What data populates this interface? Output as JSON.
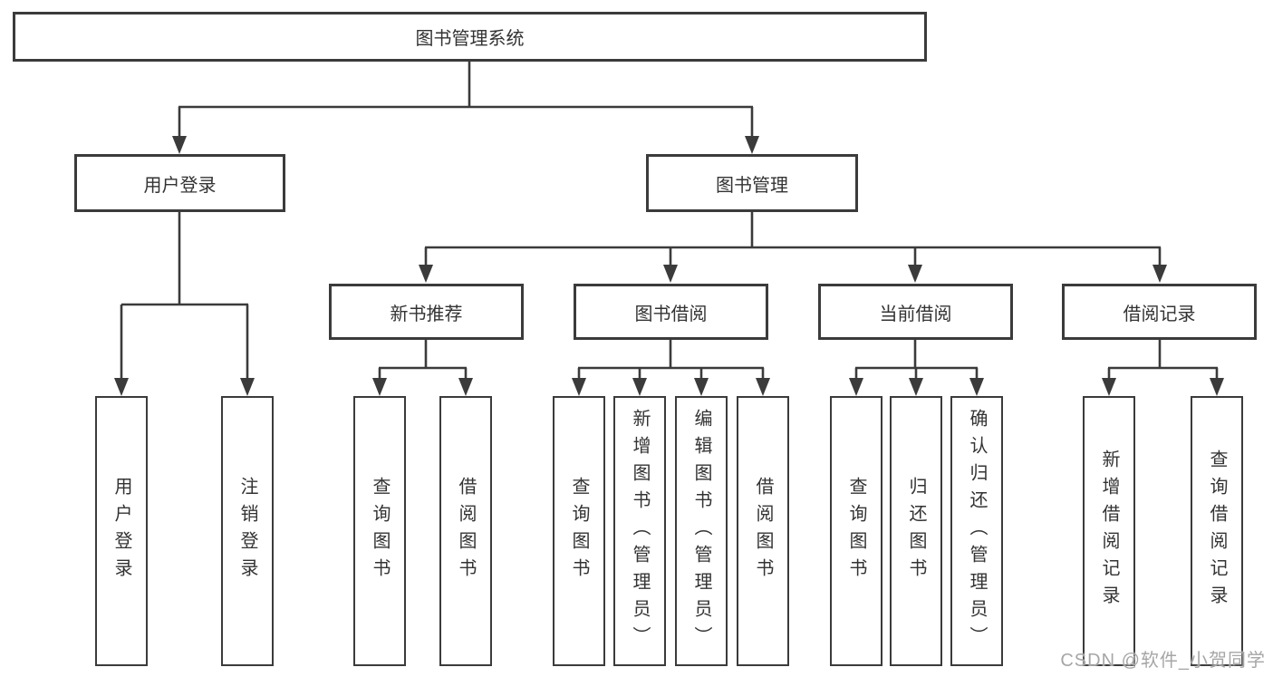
{
  "diagram": {
    "root": {
      "label": "图书管理系统"
    },
    "level2": [
      {
        "label": "用户登录"
      },
      {
        "label": "图书管理"
      }
    ],
    "level3": [
      {
        "label": "新书推荐"
      },
      {
        "label": "图书借阅"
      },
      {
        "label": "当前借阅"
      },
      {
        "label": "借阅记录"
      }
    ],
    "leaves": {
      "user_login": [
        {
          "label": "用户登录"
        },
        {
          "label": "注销登录"
        }
      ],
      "new_book_recommend": [
        {
          "label": "查询图书"
        },
        {
          "label": "借阅图书"
        }
      ],
      "book_borrow": [
        {
          "label": "查询图书"
        },
        {
          "label": "新增图书（管理员）"
        },
        {
          "label": "编辑图书（管理员）"
        },
        {
          "label": "借阅图书"
        }
      ],
      "current_borrow": [
        {
          "label": "查询图书"
        },
        {
          "label": "归还图书"
        },
        {
          "label": "确认归还（管理员）"
        }
      ],
      "borrow_record": [
        {
          "label": "新增借阅记录"
        },
        {
          "label": "查询借阅记录"
        }
      ]
    }
  },
  "watermark": {
    "text": "CSDN @软件_小贺同学"
  },
  "colors": {
    "line": "#3b3b3b",
    "text": "#333333",
    "watermark": "#a6a6a6",
    "background": "#ffffff"
  }
}
